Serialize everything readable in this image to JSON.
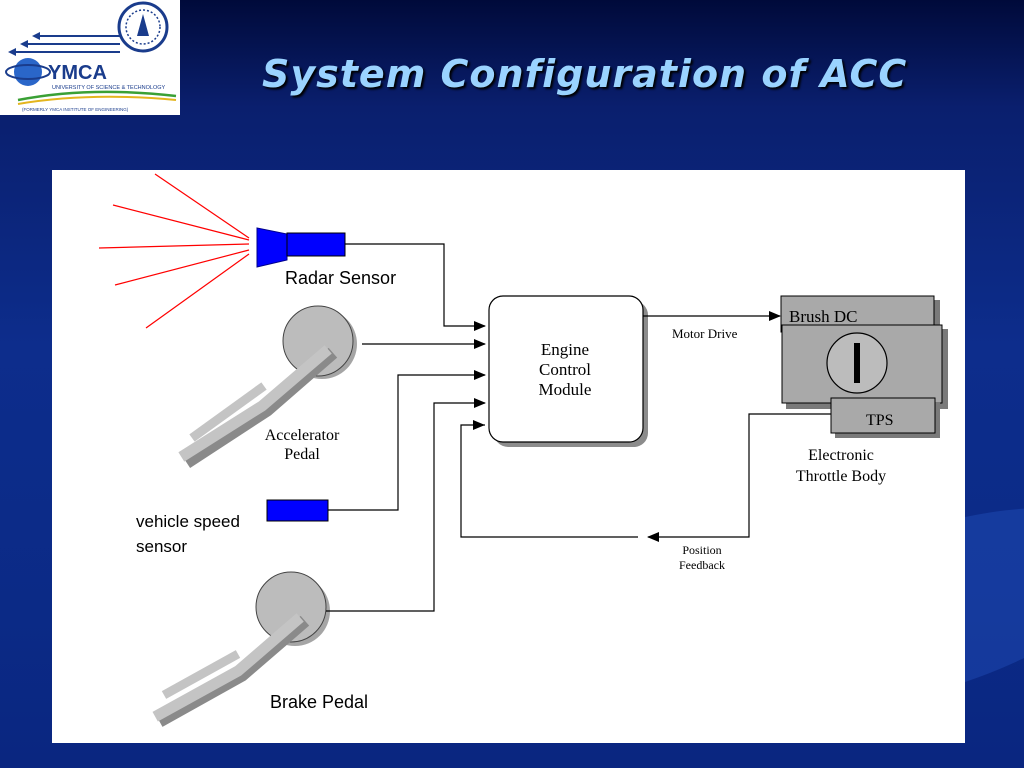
{
  "slide": {
    "title": "System Configuration of ACC"
  },
  "logo": {
    "name": "YMCA",
    "subtitle": "UNIVERSITY OF SCIENCE & TECHNOLOGY",
    "former": "(FORMERLY YMCA INSTITUTE OF ENGINEERING)"
  },
  "diagram": {
    "radar_sensor": "Radar Sensor",
    "accelerator_line1": "Accelerator",
    "accelerator_line2": "Pedal",
    "speed_line1": "vehicle speed",
    "speed_line2": "sensor",
    "brake_pedal": "Brake Pedal",
    "ecm_line1": "Engine",
    "ecm_line2": "Control",
    "ecm_line3": "Module",
    "motor_drive": "Motor Drive",
    "brush_dc": "Brush DC",
    "tps": "TPS",
    "throttle_line1": "Electronic",
    "throttle_line2": "Throttle Body",
    "feedback_line1": "Position",
    "feedback_line2": "Feedback"
  },
  "colors": {
    "title": "#9ad3ff",
    "sensor_blue": "#0000ff",
    "radar_waves": "#ff0000",
    "pedal_gray": "#aaaaaa",
    "background": "#0d2d8c"
  }
}
